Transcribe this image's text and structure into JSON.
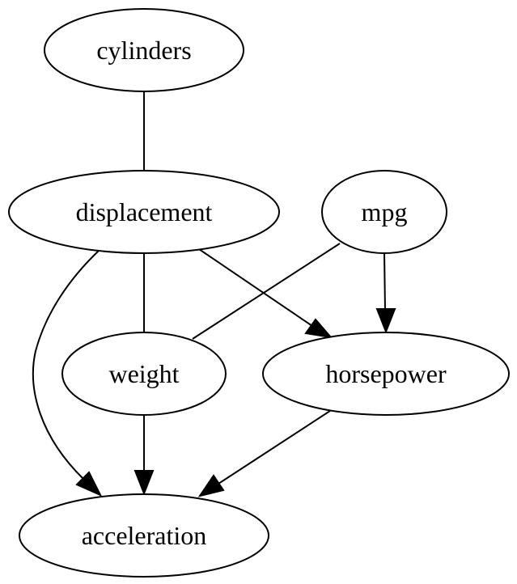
{
  "graph": {
    "nodes": {
      "cylinders": "cylinders",
      "displacement": "displacement",
      "mpg": "mpg",
      "weight": "weight",
      "horsepower": "horsepower",
      "acceleration": "acceleration"
    },
    "edges": [
      {
        "from": "cylinders",
        "to": "displacement",
        "directed": false
      },
      {
        "from": "displacement",
        "to": "weight",
        "directed": false
      },
      {
        "from": "mpg",
        "to": "weight",
        "directed": false
      },
      {
        "from": "displacement",
        "to": "horsepower",
        "directed": true
      },
      {
        "from": "mpg",
        "to": "horsepower",
        "directed": true
      },
      {
        "from": "displacement",
        "to": "acceleration",
        "directed": true
      },
      {
        "from": "weight",
        "to": "acceleration",
        "directed": true
      },
      {
        "from": "horsepower",
        "to": "acceleration",
        "directed": true
      }
    ]
  }
}
